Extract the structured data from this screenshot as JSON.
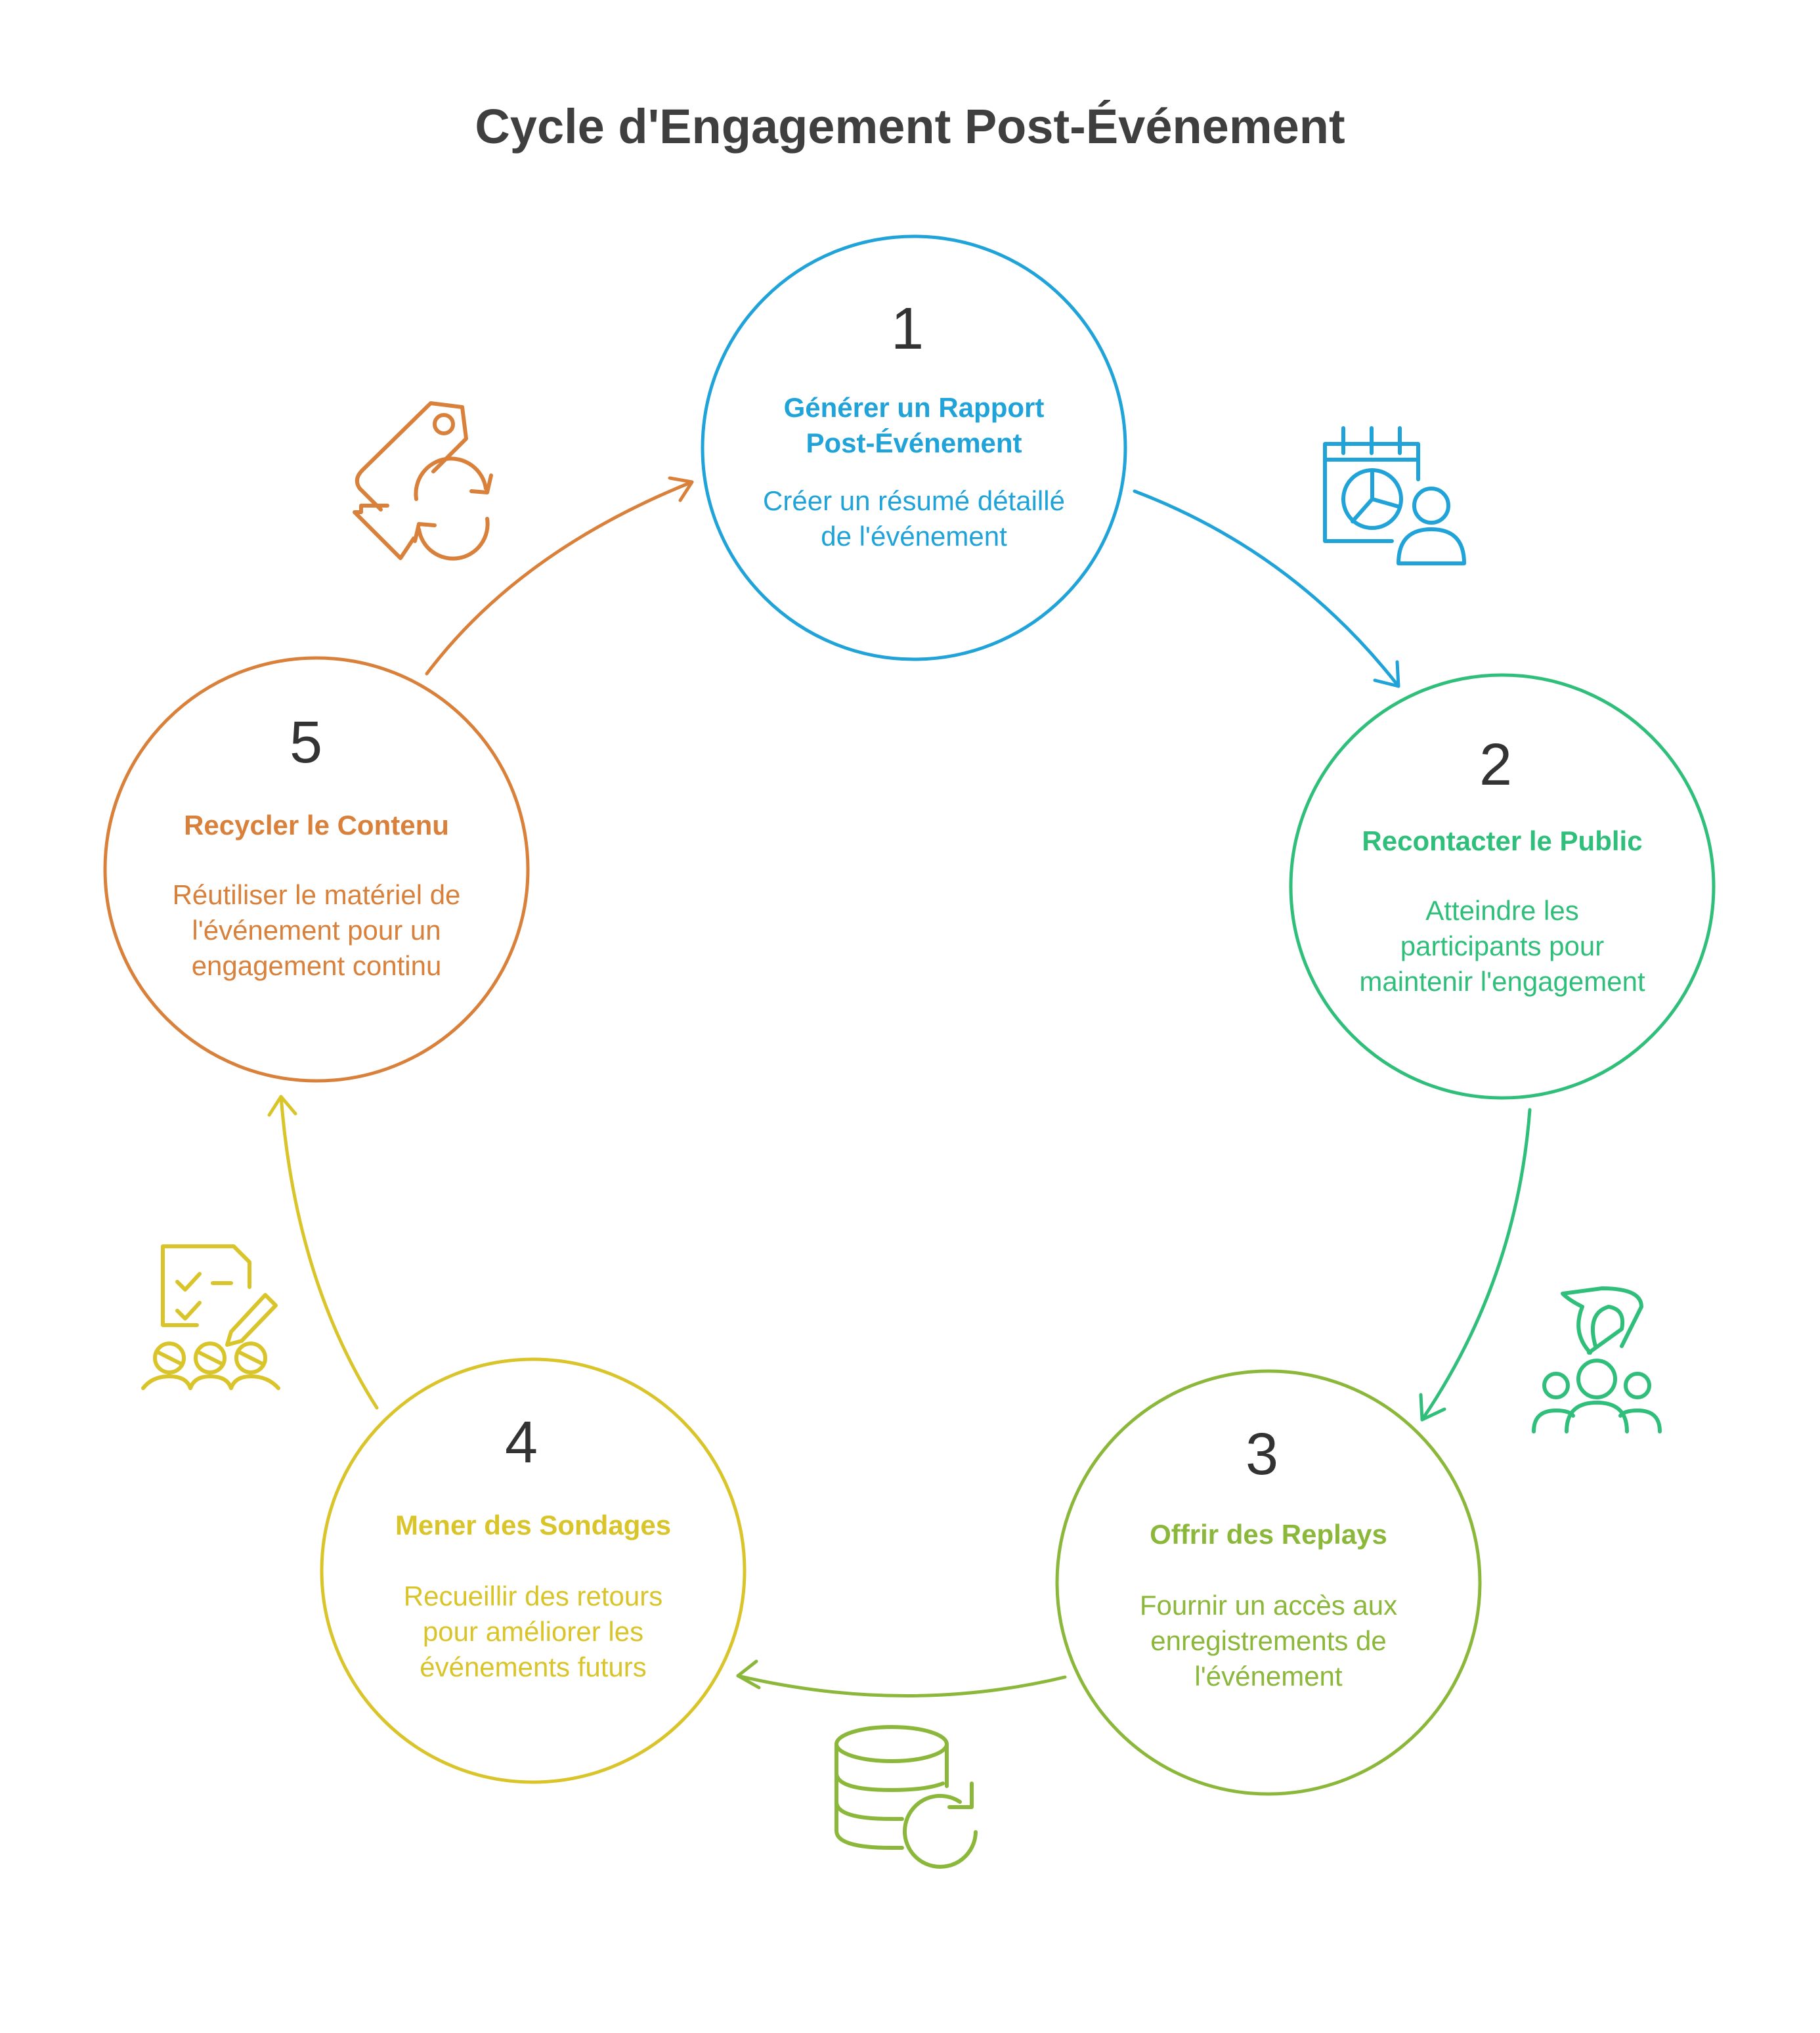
{
  "title": "Cycle d'Engagement Post-Événement",
  "colors": {
    "step1": "#1fa3d8",
    "step2": "#2fbf7a",
    "step3": "#8bb83a",
    "step4": "#d9c42a",
    "step5": "#d9803a"
  },
  "steps": [
    {
      "number": "1",
      "title_line1": "Générer un Rapport",
      "title_line2": "Post-Événement",
      "desc_line1": "Créer un résumé détaillé",
      "desc_line2": "de l'événement",
      "icon": "calendar-chart-person-icon"
    },
    {
      "number": "2",
      "title_line1": "Recontacter le Public",
      "desc_line1": "Atteindre les",
      "desc_line2": "participants pour",
      "desc_line3": "maintenir l'engagement",
      "icon": "hand-group-icon"
    },
    {
      "number": "3",
      "title_line1": "Offrir des Replays",
      "desc_line1": "Fournir un accès aux",
      "desc_line2": "enregistrements de",
      "desc_line3": "l'événement",
      "icon": "database-refresh-icon"
    },
    {
      "number": "4",
      "title_line1": "Mener des Sondages",
      "desc_line1": "Recueillir des retours",
      "desc_line2": "pour améliorer les",
      "desc_line3": "événements futurs",
      "icon": "survey-audience-icon"
    },
    {
      "number": "5",
      "title_line1": "Recycler le Contenu",
      "desc_line1": "Réutiliser le matériel de",
      "desc_line2": "l'événement pour un",
      "desc_line3": "engagement continu",
      "icon": "tag-recycle-icon"
    }
  ]
}
